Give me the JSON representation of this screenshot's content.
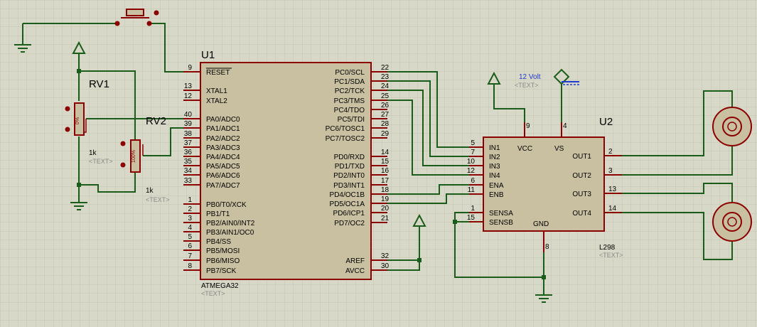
{
  "colors": {
    "background": "#d8d8c8",
    "grid": "#c4c4b0",
    "wire": "#1a5c1a",
    "body": "#c8c0a0",
    "outline": "#8b0000",
    "pin": "#8b0000"
  },
  "u1": {
    "ref": "U1",
    "part": "ATMEGA32",
    "text_tag": "<TEXT>",
    "left_pins": [
      {
        "n": "9",
        "label": "RESET"
      },
      {
        "n": "13",
        "label": "XTAL1"
      },
      {
        "n": "12",
        "label": "XTAL2"
      },
      {
        "n": "40",
        "label": "PA0/ADC0"
      },
      {
        "n": "39",
        "label": "PA1/ADC1"
      },
      {
        "n": "38",
        "label": "PA2/ADC2"
      },
      {
        "n": "37",
        "label": "PA3/ADC3"
      },
      {
        "n": "36",
        "label": "PA4/ADC4"
      },
      {
        "n": "35",
        "label": "PA5/ADC5"
      },
      {
        "n": "34",
        "label": "PA6/ADC6"
      },
      {
        "n": "33",
        "label": "PA7/ADC7"
      },
      {
        "n": "1",
        "label": "PB0/T0/XCK"
      },
      {
        "n": "2",
        "label": "PB1/T1"
      },
      {
        "n": "3",
        "label": "PB2/AIN0/INT2"
      },
      {
        "n": "4",
        "label": "PB3/AIN1/OC0"
      },
      {
        "n": "5",
        "label": "PB4/SS"
      },
      {
        "n": "6",
        "label": "PB5/MOSI"
      },
      {
        "n": "7",
        "label": "PB6/MISO"
      },
      {
        "n": "8",
        "label": "PB7/SCK"
      }
    ],
    "right_pins": [
      {
        "n": "22",
        "label": "PC0/SCL"
      },
      {
        "n": "23",
        "label": "PC1/SDA"
      },
      {
        "n": "24",
        "label": "PC2/TCK"
      },
      {
        "n": "25",
        "label": "PC3/TMS"
      },
      {
        "n": "26",
        "label": "PC4/TDO"
      },
      {
        "n": "27",
        "label": "PC5/TDI"
      },
      {
        "n": "28",
        "label": "PC6/TOSC1"
      },
      {
        "n": "29",
        "label": "PC7/TOSC2"
      },
      {
        "n": "14",
        "label": "PD0/RXD"
      },
      {
        "n": "15",
        "label": "PD1/TXD"
      },
      {
        "n": "16",
        "label": "PD2/INT0"
      },
      {
        "n": "17",
        "label": "PD3/INT1"
      },
      {
        "n": "18",
        "label": "PD4/OC1B"
      },
      {
        "n": "19",
        "label": "PD5/OC1A"
      },
      {
        "n": "20",
        "label": "PD6/ICP1"
      },
      {
        "n": "21",
        "label": "PD7/OC2"
      },
      {
        "n": "32",
        "label": "AREF"
      },
      {
        "n": "30",
        "label": "AVCC"
      }
    ]
  },
  "u2": {
    "ref": "U2",
    "part": "L298",
    "text_tag": "<TEXT>",
    "left_pins": [
      {
        "n": "5",
        "label": "IN1"
      },
      {
        "n": "7",
        "label": "IN2"
      },
      {
        "n": "10",
        "label": "IN3"
      },
      {
        "n": "12",
        "label": "IN4"
      },
      {
        "n": "6",
        "label": "ENA"
      },
      {
        "n": "11",
        "label": "ENB"
      },
      {
        "n": "1",
        "label": "SENSA"
      },
      {
        "n": "15",
        "label": "SENSB"
      }
    ],
    "right_pins": [
      {
        "n": "2",
        "label": "OUT1"
      },
      {
        "n": "3",
        "label": "OUT2"
      },
      {
        "n": "13",
        "label": "OUT3"
      },
      {
        "n": "14",
        "label": "OUT4"
      }
    ],
    "top_pins": [
      {
        "n": "9",
        "label": "VCC"
      },
      {
        "n": "4",
        "label": "VS"
      }
    ],
    "bottom_pins": [
      {
        "n": "8",
        "label": "GND"
      }
    ]
  },
  "rv1": {
    "ref": "RV1",
    "value": "1k",
    "text_tag": "<TEXT>",
    "body": "0%"
  },
  "rv2": {
    "ref": "RV2",
    "value": "1k",
    "text_tag": "<TEXT>",
    "body": "100%"
  },
  "supply": {
    "label": "12 Volt",
    "text_tag": "<TEXT>"
  }
}
